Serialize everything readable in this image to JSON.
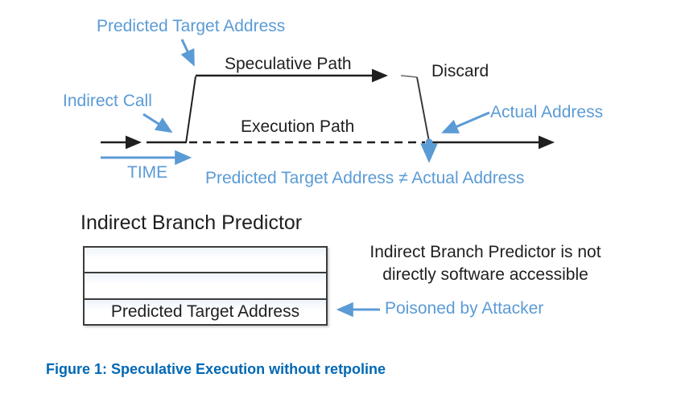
{
  "colors": {
    "accent_blue": "#5B9BD5",
    "caption_blue": "#0068B5",
    "line_black": "#1f1f1f"
  },
  "flow_diagram": {
    "predicted_target_address_label": "Predicted Target Address",
    "speculative_path_label": "Speculative Path",
    "discard_label": "Discard",
    "indirect_call_label": "Indirect Call",
    "execution_path_label": "Execution Path",
    "actual_address_label": "Actual Address",
    "time_label": "TIME",
    "mismatch_label": "Predicted Target Address ≠ Actual Address"
  },
  "predictor": {
    "title": "Indirect Branch Predictor",
    "rows": [
      "",
      "",
      "Predicted Target Address"
    ],
    "note": "Indirect Branch Predictor is not\ndirectly software accessible",
    "poisoned_label": "Poisoned by Attacker"
  },
  "caption": "Figure 1: Speculative Execution without retpoline"
}
